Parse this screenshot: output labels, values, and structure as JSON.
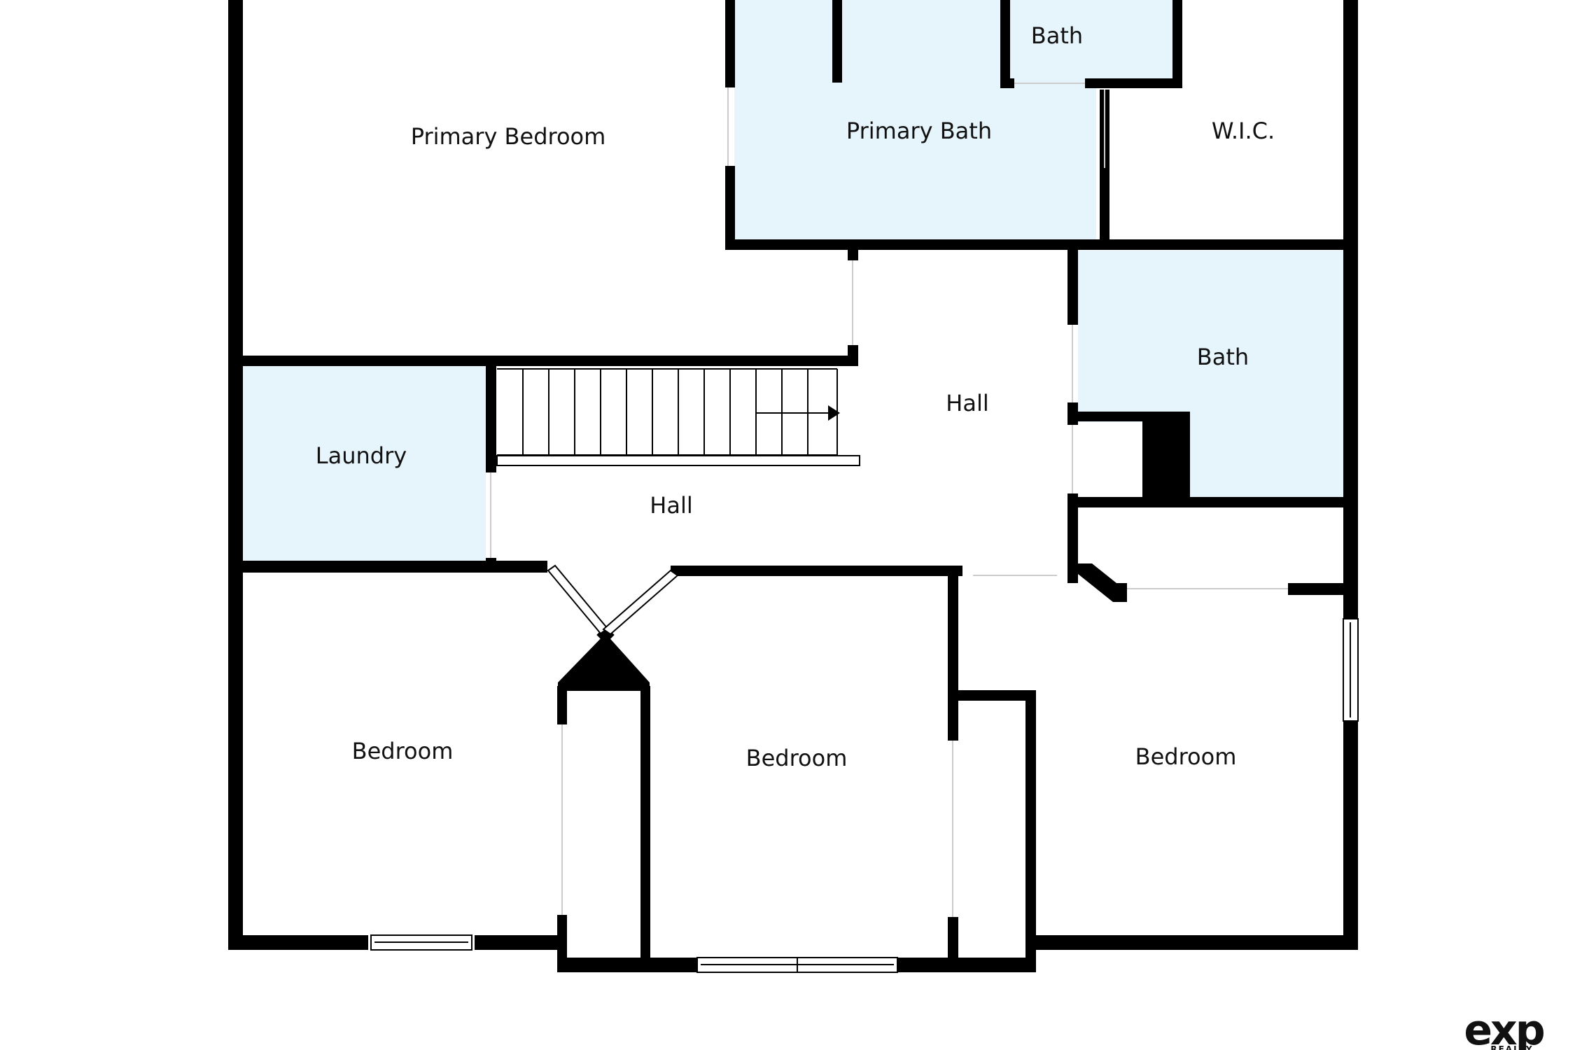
{
  "colors": {
    "wall": "#000000",
    "wet_room_fill": "#e6f4fc",
    "background": "#ffffff"
  },
  "rooms": {
    "primary_bedroom": "Primary Bedroom",
    "primary_bath": "Primary Bath",
    "bath_top": "Bath",
    "wic": "W.I.C.",
    "bath_right": "Bath",
    "laundry": "Laundry",
    "hall_center": "Hall",
    "hall_upper": "Hall",
    "bedroom_left": "Bedroom",
    "bedroom_middle": "Bedroom",
    "bedroom_right": "Bedroom"
  },
  "logo": {
    "brand": "exp",
    "sub": "REALTY"
  }
}
